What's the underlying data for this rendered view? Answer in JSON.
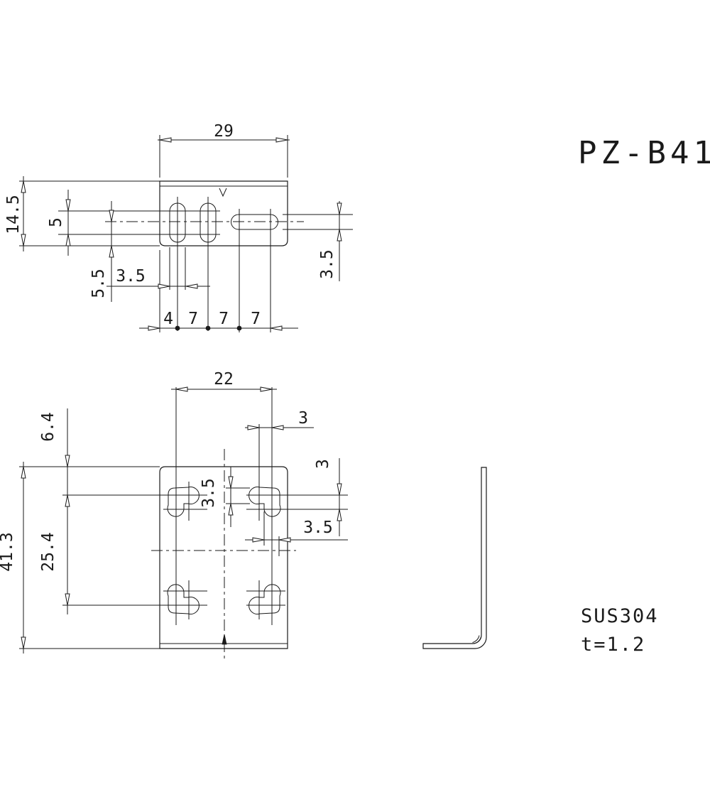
{
  "title": "PZ-B41",
  "material": "SUS304",
  "thickness": "t=1.2",
  "top_view": {
    "width": "29",
    "height": "14.5",
    "slot_span": "5",
    "center_to_edge": "5.5",
    "slot_width": "3.5",
    "slot_height": "3.5",
    "chain": [
      "4",
      "7",
      "7",
      "7"
    ]
  },
  "front_view": {
    "hole_pitch_x": "22",
    "height": "41.3",
    "hole_pitch_y": "25.4",
    "top_to_hole": "6.4",
    "notch_width": "3",
    "notch_height": "3",
    "hole_offset": "3.5",
    "edge_offset": "3.5"
  }
}
